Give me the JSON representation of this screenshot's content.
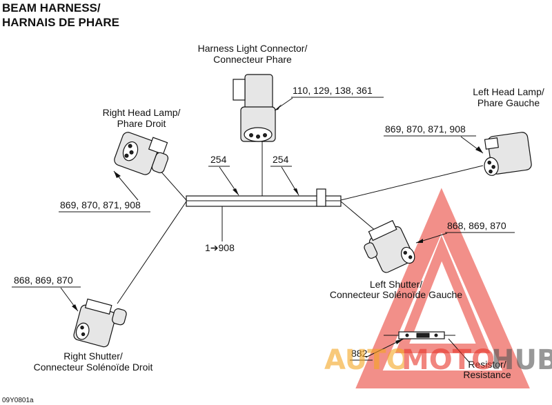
{
  "title": {
    "line1": "BEAM HARNESS/",
    "line2": "HARNAIS DE PHARE"
  },
  "connectors": {
    "harness_light": {
      "label1": "Harness Light Connector/",
      "label2": "Connecteur Phare",
      "parts": "110, 129, 138, 361"
    },
    "right_head_lamp": {
      "label1": "Right Head Lamp/",
      "label2": "Phare Droit",
      "parts": "869, 870, 871, 908"
    },
    "left_head_lamp": {
      "label1": "Left Head Lamp/",
      "label2": "Phare Gauche",
      "parts": "869, 870, 871, 908"
    },
    "left_shutter": {
      "label1": "Left Shutter/",
      "label2": "Connecteur Solénoïde Gauche",
      "parts": "868, 869, 870"
    },
    "right_shutter": {
      "label1": "Right Shutter/",
      "label2": "Connecteur Solénoïde Droit",
      "parts": "868, 869, 870"
    }
  },
  "harness": {
    "tape_left": "254",
    "tape_right": "254",
    "ties": "1➔908"
  },
  "resistor": {
    "part": "882",
    "label1": "Resistor/",
    "label2": "Resistance"
  },
  "footer": {
    "code": "09Y0801a"
  },
  "watermark": {
    "part1": "AUTO",
    "part2": "MOTO",
    "part3": "HUB",
    "color_red": "#e8352a",
    "color_orange": "#f5a623",
    "color_dark": "#555555"
  },
  "colors": {
    "line": "#111111"
  }
}
